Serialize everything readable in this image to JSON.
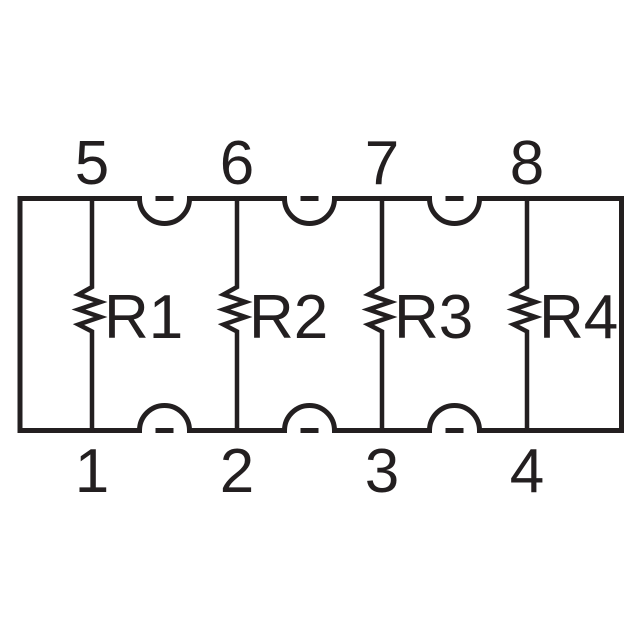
{
  "schematic": {
    "background_color": "#ffffff",
    "line_color": "#231f20",
    "pins_top": [
      "5",
      "6",
      "7",
      "8"
    ],
    "pins_bottom": [
      "1",
      "2",
      "3",
      "4"
    ],
    "resistors": [
      "R1",
      "R2",
      "R3",
      "R4"
    ]
  }
}
